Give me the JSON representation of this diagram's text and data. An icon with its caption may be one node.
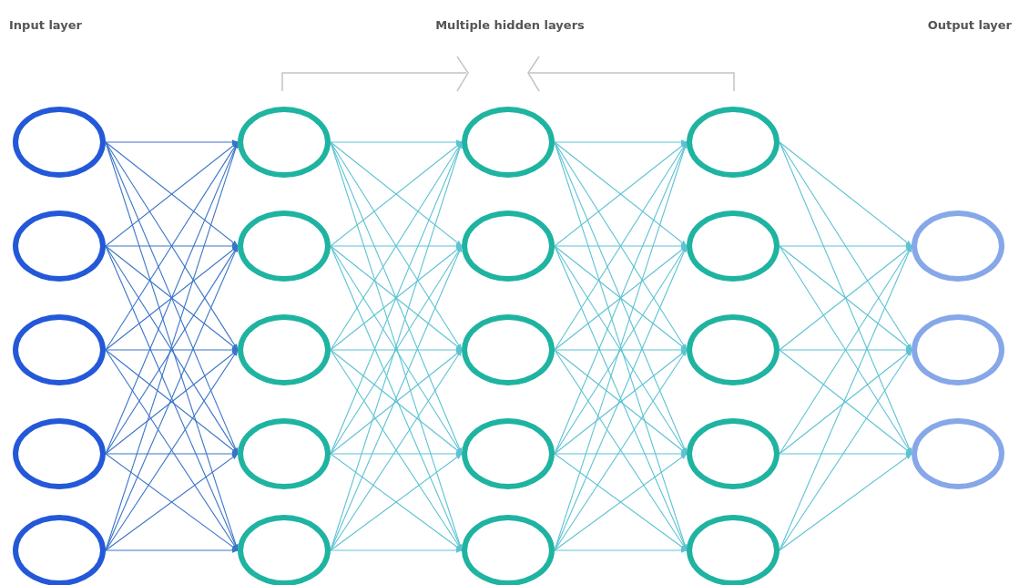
{
  "diagram": {
    "nodes": [
      {
        "text": [],
        "shape": "circle"
      },
      {
        "text": [],
        "shape": "circle"
      },
      {
        "text": [],
        "shape": "circle"
      },
      {
        "text": [],
        "shape": "circle"
      },
      {
        "text": [],
        "shape": "circle"
      },
      {
        "text": [],
        "shape": "circle"
      },
      {
        "text": [],
        "shape": "circle"
      },
      {
        "text": [],
        "shape": "circle"
      },
      {
        "text": [],
        "shape": "circle"
      },
      {
        "text": [],
        "shape": "circle"
      },
      {
        "text": [],
        "shape": "circle"
      },
      {
        "text": [],
        "shape": "circle"
      },
      {
        "text": [],
        "shape": "circle"
      },
      {
        "text": [],
        "shape": "circle"
      },
      {
        "text": [],
        "shape": "circle"
      },
      {
        "text": [],
        "shape": "circle"
      },
      {
        "text": [],
        "shape": "circle"
      },
      {
        "text": [],
        "shape": "circle"
      },
      {
        "text": [],
        "shape": "circle"
      },
      {
        "text": [],
        "shape": "circle"
      },
      {
        "text": [],
        "shape": "circle"
      },
      {
        "text": [],
        "shape": "circle"
      },
      {
        "text": [],
        "shape": "circle"
      }
    ],
    "edges": [
      {
        "from": 0,
        "to": 5,
        "arrow": "to",
        "color": "#3a74c9"
      },
      {
        "from": 0,
        "to": 6,
        "arrow": "to",
        "color": "#3a74c9"
      },
      {
        "from": 0,
        "to": 7,
        "arrow": "to",
        "color": "#3a74c9"
      },
      {
        "from": 0,
        "to": 8,
        "arrow": "to",
        "color": "#3a74c9"
      },
      {
        "from": 0,
        "to": 9,
        "arrow": "to",
        "color": "#3a74c9"
      },
      {
        "from": 1,
        "to": 5,
        "arrow": "to",
        "color": "#3a74c9"
      },
      {
        "from": 1,
        "to": 6,
        "arrow": "to",
        "color": "#3a74c9"
      },
      {
        "from": 1,
        "to": 7,
        "arrow": "to",
        "color": "#3a74c9"
      },
      {
        "from": 1,
        "to": 8,
        "arrow": "to",
        "color": "#3a74c9"
      },
      {
        "from": 1,
        "to": 9,
        "arrow": "to",
        "color": "#3a74c9"
      },
      {
        "from": 2,
        "to": 5,
        "arrow": "to",
        "color": "#3a74c9"
      },
      {
        "from": 2,
        "to": 6,
        "arrow": "to",
        "color": "#3a74c9"
      },
      {
        "from": 2,
        "to": 7,
        "arrow": "to",
        "color": "#3a74c9"
      },
      {
        "from": 2,
        "to": 8,
        "arrow": "to",
        "color": "#3a74c9"
      },
      {
        "from": 2,
        "to": 9,
        "arrow": "to",
        "color": "#3a74c9"
      },
      {
        "from": 3,
        "to": 5,
        "arrow": "to",
        "color": "#3a74c9"
      },
      {
        "from": 3,
        "to": 6,
        "arrow": "to",
        "color": "#3a74c9"
      },
      {
        "from": 3,
        "to": 7,
        "arrow": "to",
        "color": "#3a74c9"
      },
      {
        "from": 3,
        "to": 8,
        "arrow": "to",
        "color": "#3a74c9"
      },
      {
        "from": 3,
        "to": 9,
        "arrow": "to",
        "color": "#3a74c9"
      },
      {
        "from": 4,
        "to": 5,
        "arrow": "to",
        "color": "#3a74c9"
      },
      {
        "from": 4,
        "to": 6,
        "arrow": "to",
        "color": "#3a74c9"
      },
      {
        "from": 4,
        "to": 7,
        "arrow": "to",
        "color": "#3a74c9"
      },
      {
        "from": 4,
        "to": 8,
        "arrow": "to",
        "color": "#3a74c9"
      },
      {
        "from": 4,
        "to": 9,
        "arrow": "to",
        "color": "#3a74c9"
      },
      {
        "from": 5,
        "to": 10,
        "arrow": "to"
      },
      {
        "from": 5,
        "to": 11,
        "arrow": "to"
      },
      {
        "from": 5,
        "to": 12,
        "arrow": "to"
      },
      {
        "from": 5,
        "to": 13,
        "arrow": "to"
      },
      {
        "from": 5,
        "to": 14,
        "arrow": "to"
      },
      {
        "from": 6,
        "to": 10,
        "arrow": "to"
      },
      {
        "from": 6,
        "to": 11,
        "arrow": "to"
      },
      {
        "from": 6,
        "to": 12,
        "arrow": "to"
      },
      {
        "from": 6,
        "to": 13,
        "arrow": "to"
      },
      {
        "from": 6,
        "to": 14,
        "arrow": "to"
      },
      {
        "from": 7,
        "to": 10,
        "arrow": "to"
      },
      {
        "from": 7,
        "to": 11,
        "arrow": "to"
      },
      {
        "from": 7,
        "to": 12,
        "arrow": "to"
      },
      {
        "from": 7,
        "to": 13,
        "arrow": "to"
      },
      {
        "from": 7,
        "to": 14,
        "arrow": "to"
      },
      {
        "from": 8,
        "to": 10,
        "arrow": "to"
      },
      {
        "from": 8,
        "to": 11,
        "arrow": "to"
      },
      {
        "from": 8,
        "to": 12,
        "arrow": "to"
      },
      {
        "from": 8,
        "to": 13,
        "arrow": "to"
      },
      {
        "from": 8,
        "to": 14,
        "arrow": "to"
      },
      {
        "from": 9,
        "to": 10,
        "arrow": "to"
      },
      {
        "from": 9,
        "to": 11,
        "arrow": "to"
      },
      {
        "from": 9,
        "to": 12,
        "arrow": "to"
      },
      {
        "from": 9,
        "to": 13,
        "arrow": "to"
      },
      {
        "from": 9,
        "to": 14,
        "arrow": "to"
      },
      {
        "from": 10,
        "to": 15,
        "arrow": "to"
      },
      {
        "from": 10,
        "to": 16,
        "arrow": "to"
      },
      {
        "from": 10,
        "to": 17,
        "arrow": "to"
      },
      {
        "from": 10,
        "to": 18,
        "arrow": "to"
      },
      {
        "from": 10,
        "to": 19,
        "arrow": "to"
      },
      {
        "from": 11,
        "to": 15,
        "arrow": "to"
      },
      {
        "from": 11,
        "to": 16,
        "arrow": "to"
      },
      {
        "from": 11,
        "to": 17,
        "arrow": "to"
      },
      {
        "from": 11,
        "to": 18,
        "arrow": "to"
      },
      {
        "from": 11,
        "to": 19,
        "arrow": "to"
      },
      {
        "from": 12,
        "to": 15,
        "arrow": "to"
      },
      {
        "from": 12,
        "to": 16,
        "arrow": "to"
      },
      {
        "from": 12,
        "to": 17,
        "arrow": "to"
      },
      {
        "from": 12,
        "to": 18,
        "arrow": "to"
      },
      {
        "from": 12,
        "to": 19,
        "arrow": "to"
      },
      {
        "from": 13,
        "to": 15,
        "arrow": "to"
      },
      {
        "from": 13,
        "to": 16,
        "arrow": "to"
      },
      {
        "from": 13,
        "to": 17,
        "arrow": "to"
      },
      {
        "from": 13,
        "to": 18,
        "arrow": "to"
      },
      {
        "from": 13,
        "to": 19,
        "arrow": "to"
      },
      {
        "from": 14,
        "to": 15,
        "arrow": "to"
      },
      {
        "from": 14,
        "to": 16,
        "arrow": "to"
      },
      {
        "from": 14,
        "to": 17,
        "arrow": "to"
      },
      {
        "from": 14,
        "to": 18,
        "arrow": "to"
      },
      {
        "from": 14,
        "to": 19,
        "arrow": "to"
      },
      {
        "from": 15,
        "to": 20,
        "arrow": "to"
      },
      {
        "from": 15,
        "to": 21,
        "arrow": "to"
      },
      {
        "from": 15,
        "to": 22,
        "arrow": "to"
      },
      {
        "from": 16,
        "to": 20,
        "arrow": "to"
      },
      {
        "from": 16,
        "to": 21,
        "arrow": "to"
      },
      {
        "from": 16,
        "to": 22,
        "arrow": "to"
      },
      {
        "from": 17,
        "to": 20,
        "arrow": "to"
      },
      {
        "from": 17,
        "to": 21,
        "arrow": "to"
      },
      {
        "from": 17,
        "to": 22,
        "arrow": "to"
      },
      {
        "from": 18,
        "to": 20,
        "arrow": "to"
      },
      {
        "from": 18,
        "to": 21,
        "arrow": "to"
      },
      {
        "from": 18,
        "to": 22,
        "arrow": "to"
      },
      {
        "from": 19,
        "to": 20,
        "arrow": "to"
      },
      {
        "from": 19,
        "to": 21,
        "arrow": "to"
      },
      {
        "from": 19,
        "to": 22,
        "arrow": "to"
      }
    ],
    "labels": [
      "Input layer",
      "Multiple hidden layers",
      "Output layer"
    ]
  }
}
